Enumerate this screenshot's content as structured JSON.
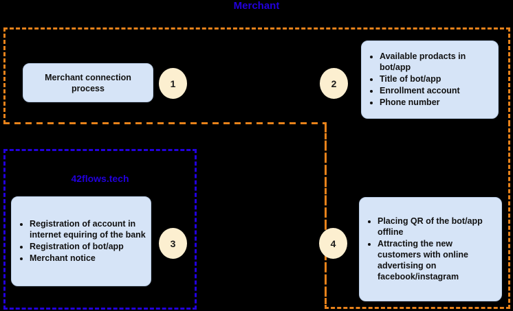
{
  "diagram": {
    "background_color": "#000000",
    "lanes": [
      {
        "name": "merchant-lane",
        "title": "Merchant",
        "border_color": "#e8821a",
        "border_style": "dashed"
      },
      {
        "name": "42flows-lane",
        "title": "42flows.tech",
        "border_color": "#2200dd",
        "border_style": "dashed"
      }
    ],
    "box_fill_color": "#d6e4f7",
    "circle_fill_color": "#fcefd0",
    "steps": [
      {
        "number": "1",
        "box_name": "merchant-connection-process-box",
        "text": "Merchant connection process",
        "bullets": []
      },
      {
        "number": "2",
        "box_name": "merchant-data-box",
        "text": "",
        "bullets": [
          "Available prodacts in bot/app",
          "Title of bot/app",
          "Enrollment account",
          "Phone number"
        ]
      },
      {
        "number": "3",
        "box_name": "registration-box",
        "text": "",
        "bullets": [
          "Registration of account in internet equiring of the bank",
          "Registration of bot/app",
          "Merchant notice"
        ]
      },
      {
        "number": "4",
        "box_name": "promotion-box",
        "text": "",
        "bullets": [
          "Placing QR of the bot/app offline",
          "Attracting the new customers with online advertising on facebook/instagram"
        ]
      }
    ]
  }
}
